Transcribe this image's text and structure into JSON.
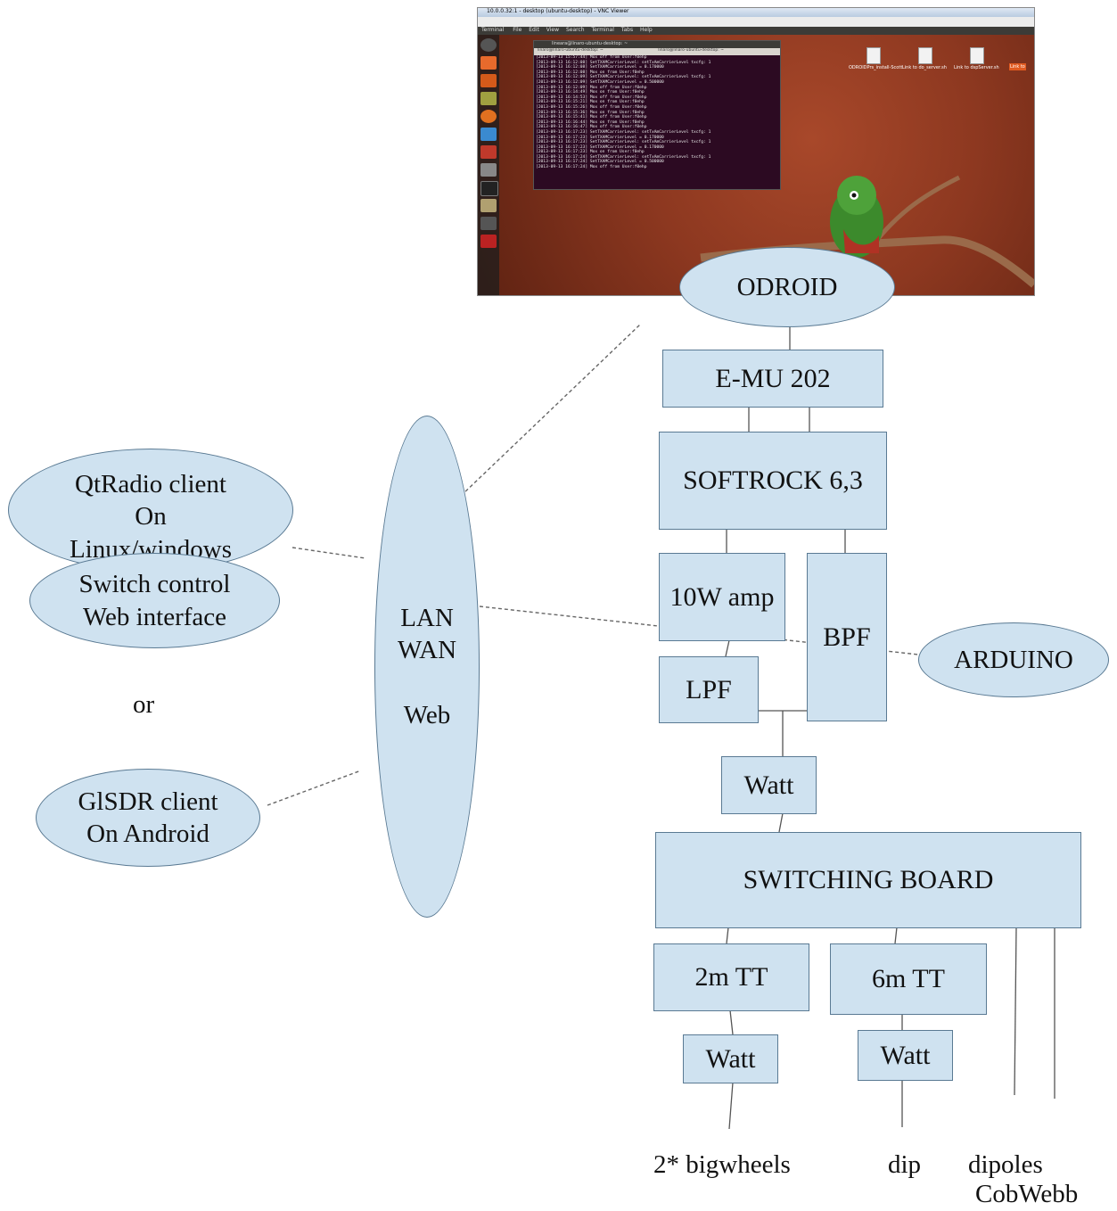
{
  "screenshot": {
    "window_title": "10.0.0.32:1 - desktop (ubuntu-desktop) - VNC Viewer",
    "menu": [
      "Terminal",
      "File",
      "Edit",
      "View",
      "Search",
      "Terminal",
      "Tabs",
      "Help"
    ],
    "terminal_title": "lineara@linaro-ubuntu-desktop: ~",
    "terminal_tabs": [
      "linaro@linaro-ubuntu-desktop: ~",
      "linaro@linaro-ubuntu-desktop: ~"
    ],
    "terminal_lines": [
      "[2013-09-13 15:57:44] Mox off from User:f0ehp",
      "[2013-09-13 16:12:08] SetTXAMCarrierLevel: setTxAmCarrierLevel  txcfg: 1",
      "[2013-09-13 16:12:08] SetTXAMCarrierLevel = 0.170000",
      "[2013-09-13 16:12:08] Mox on from User:f0ehp",
      "[2013-09-13 16:12:09] SetTXAMCarrierLevel: setTxAmCarrierLevel  txcfg: 1",
      "[2013-09-13 16:12:09] SetTXAMCarrierLevel = 0.500000",
      "[2013-09-13 16:12:09] Mox off from User:f0ehp",
      "[2013-09-13 16:14:49] Mox on from User:f0ehp",
      "[2013-09-13 16:14:53] Mox off from User:f0ehp",
      "[2013-09-13 16:15:21] Mox on from User:f0ehp",
      "[2013-09-13 16:15:26] Mox off from User:f0ehp",
      "[2013-09-13 16:15:36] Mox on from User:f0ehp",
      "[2013-09-13 16:15:41] Mox off from User:f0ehp",
      "[2013-09-13 16:16:44] Mox on from User:f0ehp",
      "[2013-09-13 16:16:47] Mox off from User:f0ehp",
      "[2013-09-13 16:17:23] SetTXAMCarrierLevel: setTxAmCarrierLevel  txcfg: 1",
      "[2013-09-13 16:17:23] SetTXAMCarrierLevel = 0.170000",
      "[2013-09-13 16:17:23] SetTXAMCarrierLevel: setTxAmCarrierLevel  txcfg: 1",
      "[2013-09-13 16:17:23] SetTXAMCarrierLevel = 0.170000",
      "[2013-09-13 16:17:23] Mox on from User:f0ehp",
      "[2013-09-13 16:17:24] SetTXAMCarrierLevel: setTxAmCarrierLevel  txcfg: 1",
      "[2013-09-13 16:17:24] SetTXAMCarrierLevel = 0.500000",
      "[2013-09-13 16:17:24] Mox off from User:f0ehp"
    ],
    "desktop_icons": [
      "ODROIDPrs_install-Scott",
      "Link to do_server.sh",
      "Link to dspServer.sh",
      "Link to"
    ]
  },
  "nodes": {
    "odroid": "ODROID",
    "emu": "E-MU 202",
    "softrock": "SOFTROCK 6,3",
    "amp": "10W amp",
    "bpf": "BPF",
    "lpf": "LPF",
    "watt_main": "Watt",
    "switching": "SWITCHING BOARD",
    "tt2m": "2m TT",
    "tt6m": "6m TT",
    "watt_2m": "Watt",
    "watt_6m": "Watt",
    "arduino": "ARDUINO",
    "network": [
      "LAN",
      "WAN",
      "",
      "Web"
    ],
    "qtradio": [
      "QtRadio client",
      "On",
      "Linux/windows"
    ],
    "switch_control": [
      "Switch control",
      "Web interface"
    ],
    "or_label": "or",
    "glsdr": [
      "GlSDR client",
      "On Android"
    ]
  },
  "outputs": {
    "bigwheels": "2* bigwheels",
    "dip": "dip",
    "dipoles": "dipoles",
    "cobwebb": "CobWebb"
  }
}
